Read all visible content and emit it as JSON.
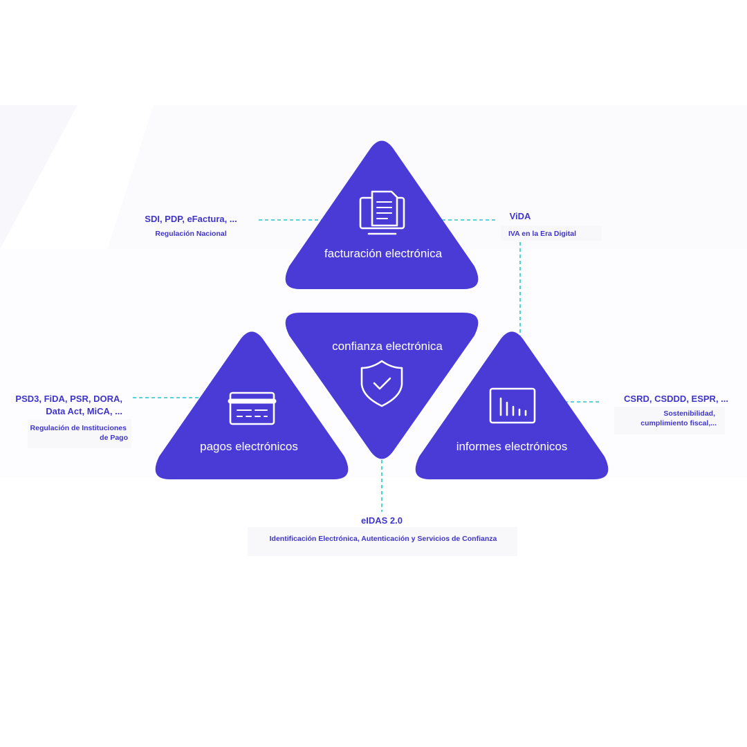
{
  "nodes": {
    "facturacion": {
      "label": "facturación electrónica",
      "icon": "document-monitor-icon"
    },
    "confianza": {
      "label": "confianza electrónica",
      "icon": "shield-check-icon"
    },
    "pagos": {
      "label": "pagos electrónicos",
      "icon": "credit-card-icon"
    },
    "informes": {
      "label": "informes electrónicos",
      "icon": "bar-chart-icon"
    }
  },
  "annotations": {
    "sdi": {
      "title": "SDI, PDP, eFactura, ...",
      "subtitle": "Regulación Nacional"
    },
    "vida": {
      "title": "ViDA",
      "subtitle": "IVA en la Era Digital"
    },
    "psd3": {
      "title_line1": "PSD3, FiDA, PSR, DORA,",
      "title_line2": "Data Act, MiCA, ...",
      "subtitle_line1": "Regulación de Instituciones",
      "subtitle_line2": "de Pago"
    },
    "csrd": {
      "title": "CSRD, CSDDD, ESPR, ...",
      "subtitle_line1": "Sostenibilidad,",
      "subtitle_line2": "cumplimiento fiscal,..."
    },
    "eidas": {
      "title": "eIDAS 2.0",
      "subtitle": "Identificación Electrónica, Autenticación y Servicios de Confianza"
    }
  },
  "colors": {
    "triangle": "#4a3bd6",
    "annotation_text": "#3f34c9",
    "connector": "#22c7c9",
    "background": "#ffffff"
  }
}
